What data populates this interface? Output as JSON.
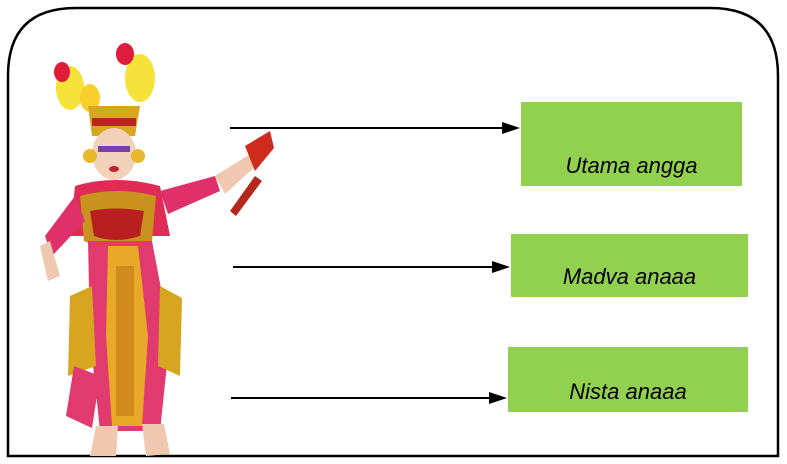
{
  "colors": {
    "frame_stroke": "#000000",
    "label_fill": "#92D050",
    "arrow": "#000000"
  },
  "image": {
    "subject": "balinese-dancer-figure"
  },
  "labels": [
    {
      "text": "Utama angga"
    },
    {
      "text": "Madva anaaa"
    },
    {
      "text": "Nista anaaa"
    }
  ]
}
